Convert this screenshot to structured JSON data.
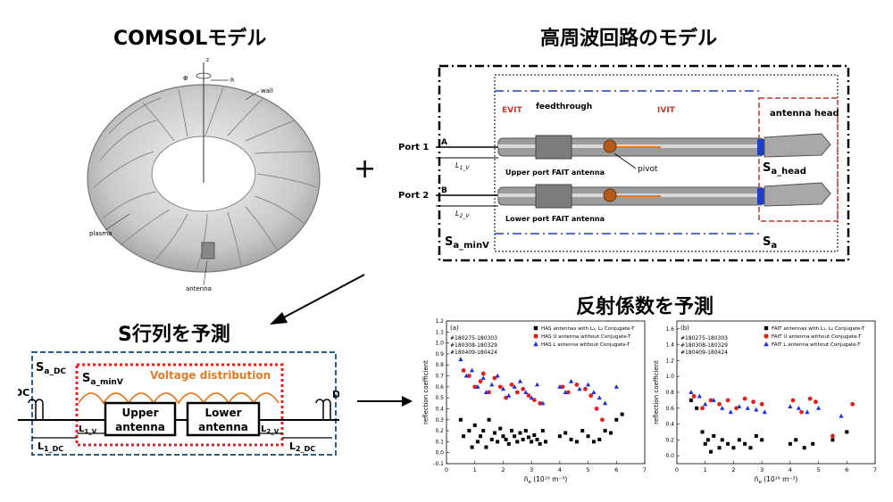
{
  "titles": {
    "comsol": "COMSOLモデル",
    "rf_circuit": "高周波回路のモデル",
    "predict_s": "S行列を予測",
    "predict_reflection": "反射係数を予測"
  },
  "plus": "+",
  "comsol_figure": {
    "axis_phi": "Φ",
    "axis_z": "z",
    "axis_r": "R",
    "label_wall": "wall",
    "label_plasma": "plasma",
    "label_antenna": "antenna"
  },
  "rf_model": {
    "port1": "Port 1",
    "port2": "Port 2",
    "line_a": "A",
    "line_b": "B",
    "l1v": "L",
    "l1v_sub": "1_V",
    "l2v": "L",
    "l2v_sub": "2_V",
    "evit": "EVIT",
    "feedthrough": "feedthrough",
    "ivit": "IVIT",
    "antenna_head": "antenna head",
    "pivot": "pivot",
    "upper_label": "Upper port FAIT antenna",
    "lower_label": "Lower port FAIT antenna",
    "s_a_head": "S",
    "s_a_head_sub": "a_head",
    "s_a": "S",
    "s_a_sub": "a",
    "s_a_minv": "S",
    "s_a_minv_sub": "a_minV",
    "colors": {
      "red": "#c0392b",
      "blue": "#1f3fbf"
    }
  },
  "s_matrix": {
    "sadc": "S",
    "sadc_sub": "a_DC",
    "saminv": "S",
    "saminv_sub": "a_minV",
    "voltage": "Voltage distribution",
    "upper1": "Upper",
    "upper2": "antenna",
    "lower1": "Lower",
    "lower2": "antenna",
    "dc_left": "DC",
    "dc_right": "DC",
    "l1dc": "L",
    "l1dc_sub": "1_DC",
    "l1v": "L",
    "l1v_sub": "1_V",
    "l2v": "L",
    "l2v_sub": "2_V",
    "l2dc": "L",
    "l2dc_sub": "2_DC",
    "colors": {
      "outer": "#2e5f8a",
      "inner": "#e0201b",
      "voltage": "#e07b24"
    }
  },
  "chart_data": [
    {
      "type": "scatter",
      "panel": "(a)",
      "ylabel": "reflection coefficient",
      "xlabel": "n̄",
      "xlabel_sub": "e",
      "xlabel_unit": " (10¹⁹ m⁻³)",
      "xlim": [
        0,
        7
      ],
      "ylim": [
        -0.1,
        1.2
      ],
      "xticks": [
        0,
        1,
        2,
        3,
        4,
        5,
        6,
        7
      ],
      "yticks": [
        -0.1,
        0.0,
        0.1,
        0.2,
        0.3,
        0.4,
        0.5,
        0.6,
        0.7,
        0.8,
        0.9,
        1.0,
        1.1,
        1.2
      ],
      "shots": [
        "#180275-180303",
        "#180308-180329",
        "#180409-180424"
      ],
      "legend": [
        {
          "name": "HAS antennas with L₁, L₂ Conjugate-T",
          "marker": "square",
          "color": "#000000"
        },
        {
          "name": "HAS U antenna without Conjugate-T",
          "marker": "circle",
          "color": "#e0201b"
        },
        {
          "name": "HAS L antenna without Conjugate-T",
          "marker": "triangle",
          "color": "#1f2fe0"
        }
      ],
      "series": [
        {
          "name": "HAS antennas with L₁, L₂ Conjugate-T",
          "x": [
            0.5,
            0.6,
            0.8,
            0.9,
            1.0,
            1.1,
            1.2,
            1.3,
            1.4,
            1.5,
            1.6,
            1.7,
            1.8,
            1.9,
            2.0,
            2.1,
            2.2,
            2.3,
            2.4,
            2.5,
            2.6,
            2.7,
            2.8,
            2.9,
            3.0,
            3.1,
            3.2,
            3.3,
            3.4,
            3.5,
            4.0,
            4.2,
            4.4,
            4.6,
            4.8,
            5.0,
            5.2,
            5.4,
            5.6,
            5.8,
            6.0,
            6.2
          ],
          "y": [
            0.3,
            0.15,
            0.2,
            0.05,
            0.25,
            0.1,
            0.15,
            0.2,
            0.05,
            0.3,
            0.12,
            0.18,
            0.1,
            0.22,
            0.15,
            0.12,
            0.08,
            0.2,
            0.15,
            0.1,
            0.18,
            0.12,
            0.2,
            0.14,
            0.1,
            0.16,
            0.12,
            0.08,
            0.2,
            0.1,
            0.15,
            0.18,
            0.12,
            0.1,
            0.2,
            0.15,
            0.1,
            0.12,
            0.2,
            0.18,
            0.3,
            0.35
          ]
        },
        {
          "name": "HAS U antenna without Conjugate-T",
          "x": [
            0.6,
            0.8,
            1.0,
            1.2,
            1.3,
            1.5,
            1.7,
            1.9,
            2.1,
            2.3,
            2.5,
            2.7,
            2.9,
            3.1,
            3.3,
            4.1,
            4.3,
            4.6,
            4.9,
            5.1,
            5.3,
            5.5
          ],
          "y": [
            0.75,
            0.7,
            0.6,
            0.65,
            0.72,
            0.55,
            0.68,
            0.6,
            0.5,
            0.62,
            0.55,
            0.58,
            0.52,
            0.48,
            0.45,
            0.6,
            0.55,
            0.62,
            0.58,
            0.52,
            0.4,
            0.3
          ]
        },
        {
          "name": "HAS L antenna without Conjugate-T",
          "x": [
            0.5,
            0.7,
            0.9,
            1.1,
            1.3,
            1.4,
            1.6,
            1.8,
            2.0,
            2.2,
            2.4,
            2.6,
            2.8,
            3.0,
            3.2,
            3.4,
            4.0,
            4.2,
            4.4,
            4.7,
            5.0,
            5.2,
            5.4,
            5.6,
            6.0
          ],
          "y": [
            0.85,
            0.7,
            0.75,
            0.6,
            0.68,
            0.55,
            0.62,
            0.7,
            0.58,
            0.52,
            0.6,
            0.65,
            0.55,
            0.5,
            0.62,
            0.45,
            0.6,
            0.55,
            0.65,
            0.58,
            0.62,
            0.55,
            0.5,
            0.45,
            0.6
          ]
        }
      ]
    },
    {
      "type": "scatter",
      "panel": "(b)",
      "ylabel": "reflection coefficient",
      "xlabel": "n̄",
      "xlabel_sub": "e",
      "xlabel_unit": " (10¹⁹ m⁻³)",
      "xlim": [
        0,
        7
      ],
      "ylim": [
        -0.1,
        1.7
      ],
      "xticks": [
        0,
        1,
        2,
        3,
        4,
        5,
        6,
        7
      ],
      "yticks": [
        0.0,
        0.2,
        0.4,
        0.6,
        0.8,
        1.0,
        1.2,
        1.4,
        1.6
      ],
      "shots": [
        "#180275-180303",
        "#180308-180329",
        "#180409-180424"
      ],
      "legend": [
        {
          "name": "FAIT antennas with L₁, L₂ Conjugate-T",
          "marker": "square",
          "color": "#000000"
        },
        {
          "name": "FAIT  U antenna without Conjugate-T",
          "marker": "circle",
          "color": "#e0201b"
        },
        {
          "name": "FAIT  L antenna without Conjugate-T",
          "marker": "triangle",
          "color": "#1f2fe0"
        }
      ],
      "series": [
        {
          "name": "FAIT antennas with L₁, L₂ Conjugate-T",
          "x": [
            0.5,
            0.7,
            0.9,
            1.0,
            1.1,
            1.2,
            1.3,
            1.5,
            1.6,
            1.8,
            2.0,
            2.2,
            2.4,
            2.6,
            2.8,
            3.0,
            4.0,
            4.2,
            4.5,
            4.8,
            5.5,
            6.0
          ],
          "y": [
            0.7,
            0.6,
            0.3,
            0.15,
            0.2,
            0.05,
            0.25,
            0.1,
            0.2,
            0.15,
            0.1,
            0.2,
            0.15,
            0.1,
            0.25,
            0.2,
            0.15,
            0.2,
            0.1,
            0.15,
            0.2,
            0.3
          ]
        },
        {
          "name": "FAIT  U antenna without Conjugate-T",
          "x": [
            0.6,
            0.9,
            1.2,
            1.5,
            1.8,
            2.1,
            2.4,
            2.7,
            3.0,
            4.1,
            4.4,
            4.7,
            4.9,
            5.5,
            6.2
          ],
          "y": [
            0.75,
            0.6,
            0.7,
            0.65,
            0.7,
            0.6,
            0.72,
            0.68,
            0.65,
            0.7,
            0.55,
            0.72,
            0.68,
            0.25,
            0.65
          ]
        },
        {
          "name": "FAIT  L antenna without Conjugate-T",
          "x": [
            0.5,
            0.8,
            1.0,
            1.3,
            1.6,
            1.9,
            2.2,
            2.5,
            2.8,
            3.1,
            4.0,
            4.3,
            4.6,
            5.0,
            5.8
          ],
          "y": [
            0.8,
            0.75,
            0.65,
            0.7,
            0.6,
            0.55,
            0.62,
            0.6,
            0.58,
            0.55,
            0.62,
            0.6,
            0.55,
            0.6,
            0.5
          ]
        }
      ]
    }
  ]
}
